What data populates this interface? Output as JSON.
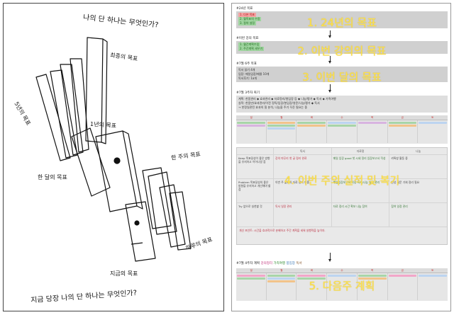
{
  "sketch": {
    "title": "나의 단 하나는 무엇인가?",
    "bottom_text": "지금 당장 나의 단 하나는 무엇인가?",
    "labels": {
      "final": "최종의 목표",
      "five_year": "5년의 목표",
      "one_year": "1년의 목표",
      "month": "한 달의 목표",
      "week": "한 주의 목표",
      "day": "하루의 목표",
      "now": "지금의 목표"
    }
  },
  "doc": {
    "s1": {
      "title": "#24년 목표",
      "lines": [
        "1. 다본 목표",
        "2. 월목표의 수정",
        "3. 절약 설정"
      ],
      "overlay": "1. 24년의 목표"
    },
    "s2": {
      "title": "#이번 강의 목표",
      "lines": [
        "1. 월간계획수립",
        "2. 주간계획 세우기"
      ],
      "overlay": "2. 이번 강의의 목표"
    },
    "s3": {
      "title": "#7월 6주 목표",
      "lines": [
        "독서 읽기 4개",
        "임장: 매일임장/매물 10개",
        "독서후기: 1a개"
      ],
      "overlay": "3. 이번 달의 목표"
    },
    "s4": {
      "title": "#7월 3주차 복기",
      "lines": [
        "계획: 한몸관리 ◆ 효과관리 ◆ 자료정리/봉임장 등 ◆ 나눔/평가 ◆ 독서 ◆ 가족여행",
        "실적: 한몸만/효과관리/이전 정독/임장/봉임장/영문/나눔/평가 ◆ 독서",
        "→ 한정일관된 효과의 질 분석, 나눔을 주기 꾸준 필요는 중"
      ],
      "calendar_days": [
        "일",
        "월",
        "화",
        "수",
        "목",
        "금",
        "토"
      ],
      "table_headers": [
        "",
        "독서",
        "자료정",
        "나눔"
      ],
      "table_rows": [
        [
          "Keep\n목표달성이 좋은 방향을 유지하고 이어나갈 점",
          "강의 마무리\n첫 글 정리 완료",
          "매일 임장 good\n첫 시세 정리\n임장보고서 작성",
          "카톡방 활동 중"
        ],
        [
          "Problem\n목표달성의 좋은 방향을 유지하고 개선해야 할 점",
          "이번 주 불규칙\n자료 정리 미흡",
          "매일임장보고서 작성\n독서/나눔 일정 관리",
          "반성 질문\n기회 정리 필요"
        ],
        [
          "Try\n앞으로 실천할 것",
          "독서 일정 관리",
          "자료 정리 시간 확보\n나눔 참여",
          "참여 일정 관리"
        ]
      ],
      "footer": "개선 포인트: 시간을 효과적으로 분배하고 주간 계획을 세워 실행력을 높이자.",
      "overlay": "4. 이번 주의 실적 및 복기"
    },
    "s5": {
      "title": "#7월 4주차 계획",
      "line_parts": [
        "강의정리",
        "가족여행",
        "봉임장",
        "독서"
      ],
      "overlay": "5. 다음주 계획"
    }
  },
  "colors": {
    "overlay": "#ffe34d",
    "gray_box": "#d0d0d0",
    "highlight_red": "#f4a3a3",
    "highlight_green": "#9fd49f"
  }
}
